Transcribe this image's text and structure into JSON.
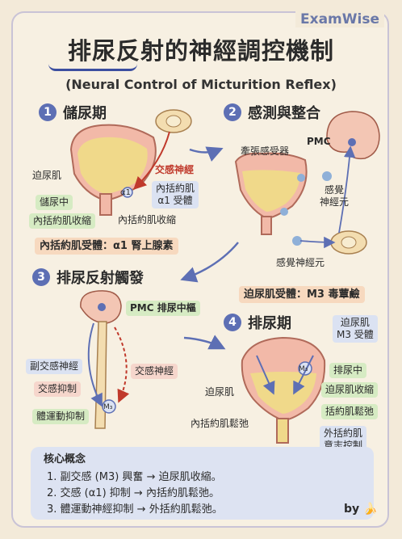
{
  "brand": "ExamWise",
  "title": "排尿反射的神經調控機制",
  "subtitle": "(Neural Control of Micturition Reflex)",
  "sections": [
    {
      "num": "1",
      "title": "儲尿期"
    },
    {
      "num": "2",
      "title": "感測與整合"
    },
    {
      "num": "3",
      "title": "排尿反射觸發"
    },
    {
      "num": "4",
      "title": "排尿期"
    }
  ],
  "s1": {
    "detrusor": "迫尿肌",
    "sympathetic": "交感神經",
    "alpha1": "α1",
    "internal_receptor": "內括約肌\nα1 受體",
    "storage": "儲尿中",
    "internal_contract_tag": "內括約肌收縮",
    "internal_contract": "內括約肌收縮",
    "receptor_banner": "內括約肌受體：α1 腎上腺素"
  },
  "s2": {
    "stretch": "牽張感受器",
    "pmc": "PMC",
    "sensory_neuron": "感覺\n神經元",
    "sensory_nerve": "感覺神經元",
    "detrusor_receptor": "迫尿肌受體：M3 毒蕈鹼"
  },
  "s3": {
    "pmc_center": "PMC 排尿中樞",
    "parasym": "副交感神經",
    "sym_inhibit": "交感抑制",
    "somatic_inhibit": "體運動抑制",
    "sym_nerve": "交感神經",
    "m3": "M₃"
  },
  "s4": {
    "detrusor_m3": "迫尿肌\nM3 受體",
    "m3": "M₃",
    "voiding": "排尿中",
    "detrusor_contract": "迫尿肌收縮",
    "internal_relax": "括約肌鬆弛",
    "detrusor": "迫尿肌",
    "internal_relax_lbl": "內括約肌鬆弛",
    "external": "外括約肌\n意志控制"
  },
  "core": {
    "title": "核心概念",
    "items": [
      "1. 副交感 (M3) 興奮 → 迫尿肌收縮。",
      "2. 交感 (α1) 抑制 → 內括約肌鬆弛。",
      "3. 體運動神經抑制 → 外括約肌鬆弛。"
    ]
  },
  "by": "by",
  "colors": {
    "accent": "#5d6fb4",
    "urine": "#e8c866",
    "bladder": "#f2b9a8",
    "green": "#d6ebc3",
    "blue": "#dbe2f2",
    "pink": "#f6d6cc"
  }
}
